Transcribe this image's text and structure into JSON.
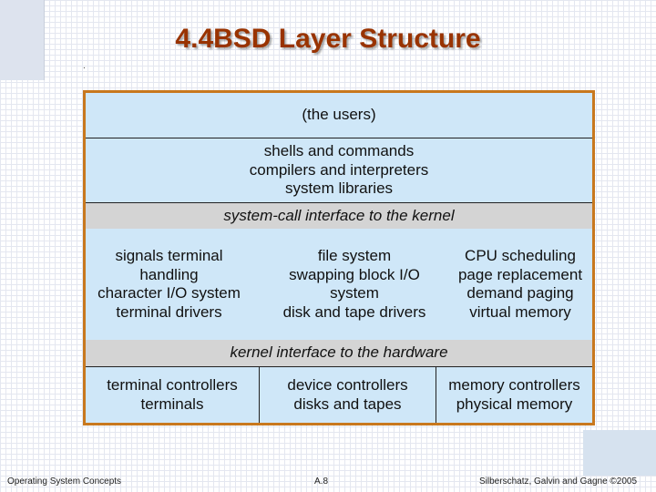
{
  "slide": {
    "title": "4.4BSD Layer Structure",
    "dot": "."
  },
  "diagram": {
    "users": "(the users)",
    "shells_lines": [
      "shells and commands",
      "compilers and interpreters",
      "system libraries"
    ],
    "syscall_interface": "system-call interface to the kernel",
    "kernel_columns": [
      [
        "signals terminal",
        "handling",
        "character I/O system",
        "terminal drivers"
      ],
      [
        "file system",
        "swapping block I/O",
        "system",
        "disk and tape drivers"
      ],
      [
        "CPU scheduling",
        "page replacement",
        "demand paging",
        "virtual memory"
      ]
    ],
    "hardware_interface": "kernel interface to the hardware",
    "controller_columns": [
      [
        "terminal controllers",
        "terminals"
      ],
      [
        "device controllers",
        "disks and tapes"
      ],
      [
        "memory controllers",
        "physical memory"
      ]
    ]
  },
  "footer": {
    "left": "Operating System Concepts",
    "center": "A.8",
    "right": "Silberschatz, Galvin and Gagne ©2005"
  },
  "colors": {
    "title": "#993300",
    "diagram_fill": "#cfe7f8",
    "interface_fill": "#d4d4d4",
    "diagram_border": "#c8781e"
  }
}
